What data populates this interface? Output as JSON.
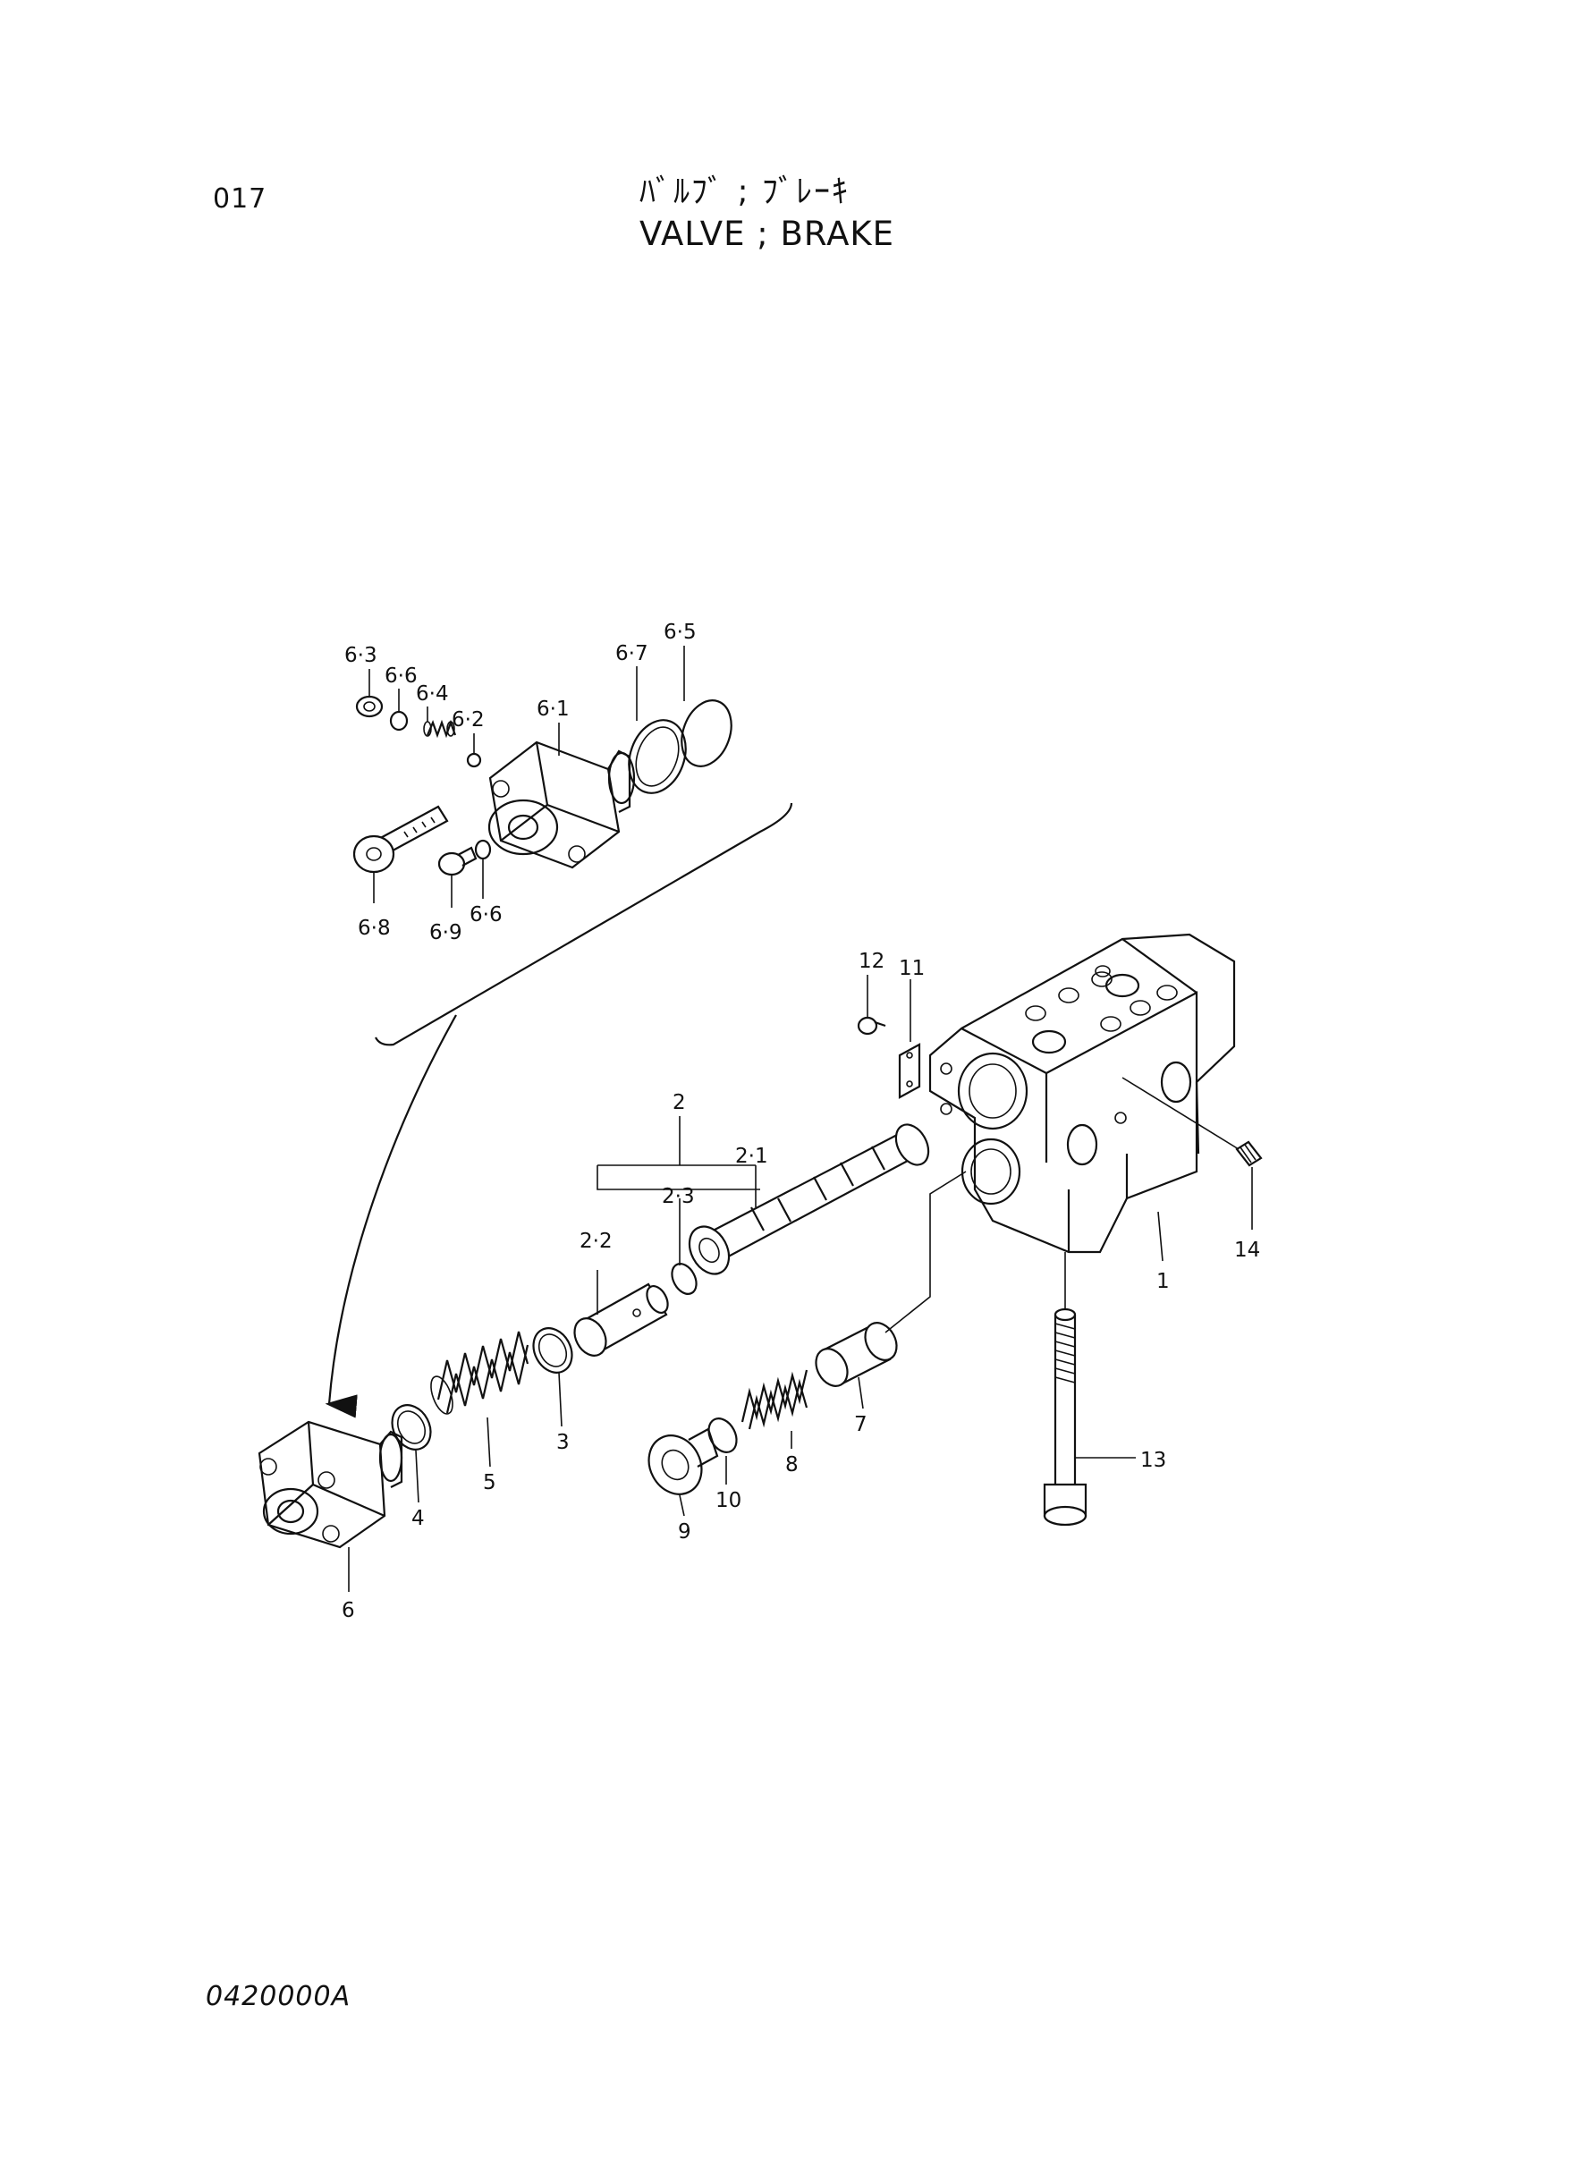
{
  "header": {
    "page_number": "017",
    "title_jp": "ﾊﾞﾙﾌﾞ ; ﾌﾞﾚｰｷ",
    "title_en": "VALVE ; BRAKE"
  },
  "footer": {
    "drawing_code": "0420000A"
  },
  "callouts": {
    "c6_3": "6·3",
    "c6_6a": "6·6",
    "c6_4": "6·4",
    "c6_2": "6·2",
    "c6_1": "6·1",
    "c6_7": "6·7",
    "c6_5": "6·5",
    "c6_8": "6·8",
    "c6_9": "6·9",
    "c6_6b": "6·6",
    "c12": "12",
    "c11": "11",
    "c2": "2",
    "c2_1": "2·1",
    "c2_3": "2·3",
    "c2_2": "2·2",
    "c1": "1",
    "c14": "14",
    "c13": "13",
    "c3": "3",
    "c4": "4",
    "c5": "5",
    "c6": "6",
    "c7": "7",
    "c8": "8",
    "c9": "9",
    "c10": "10"
  }
}
